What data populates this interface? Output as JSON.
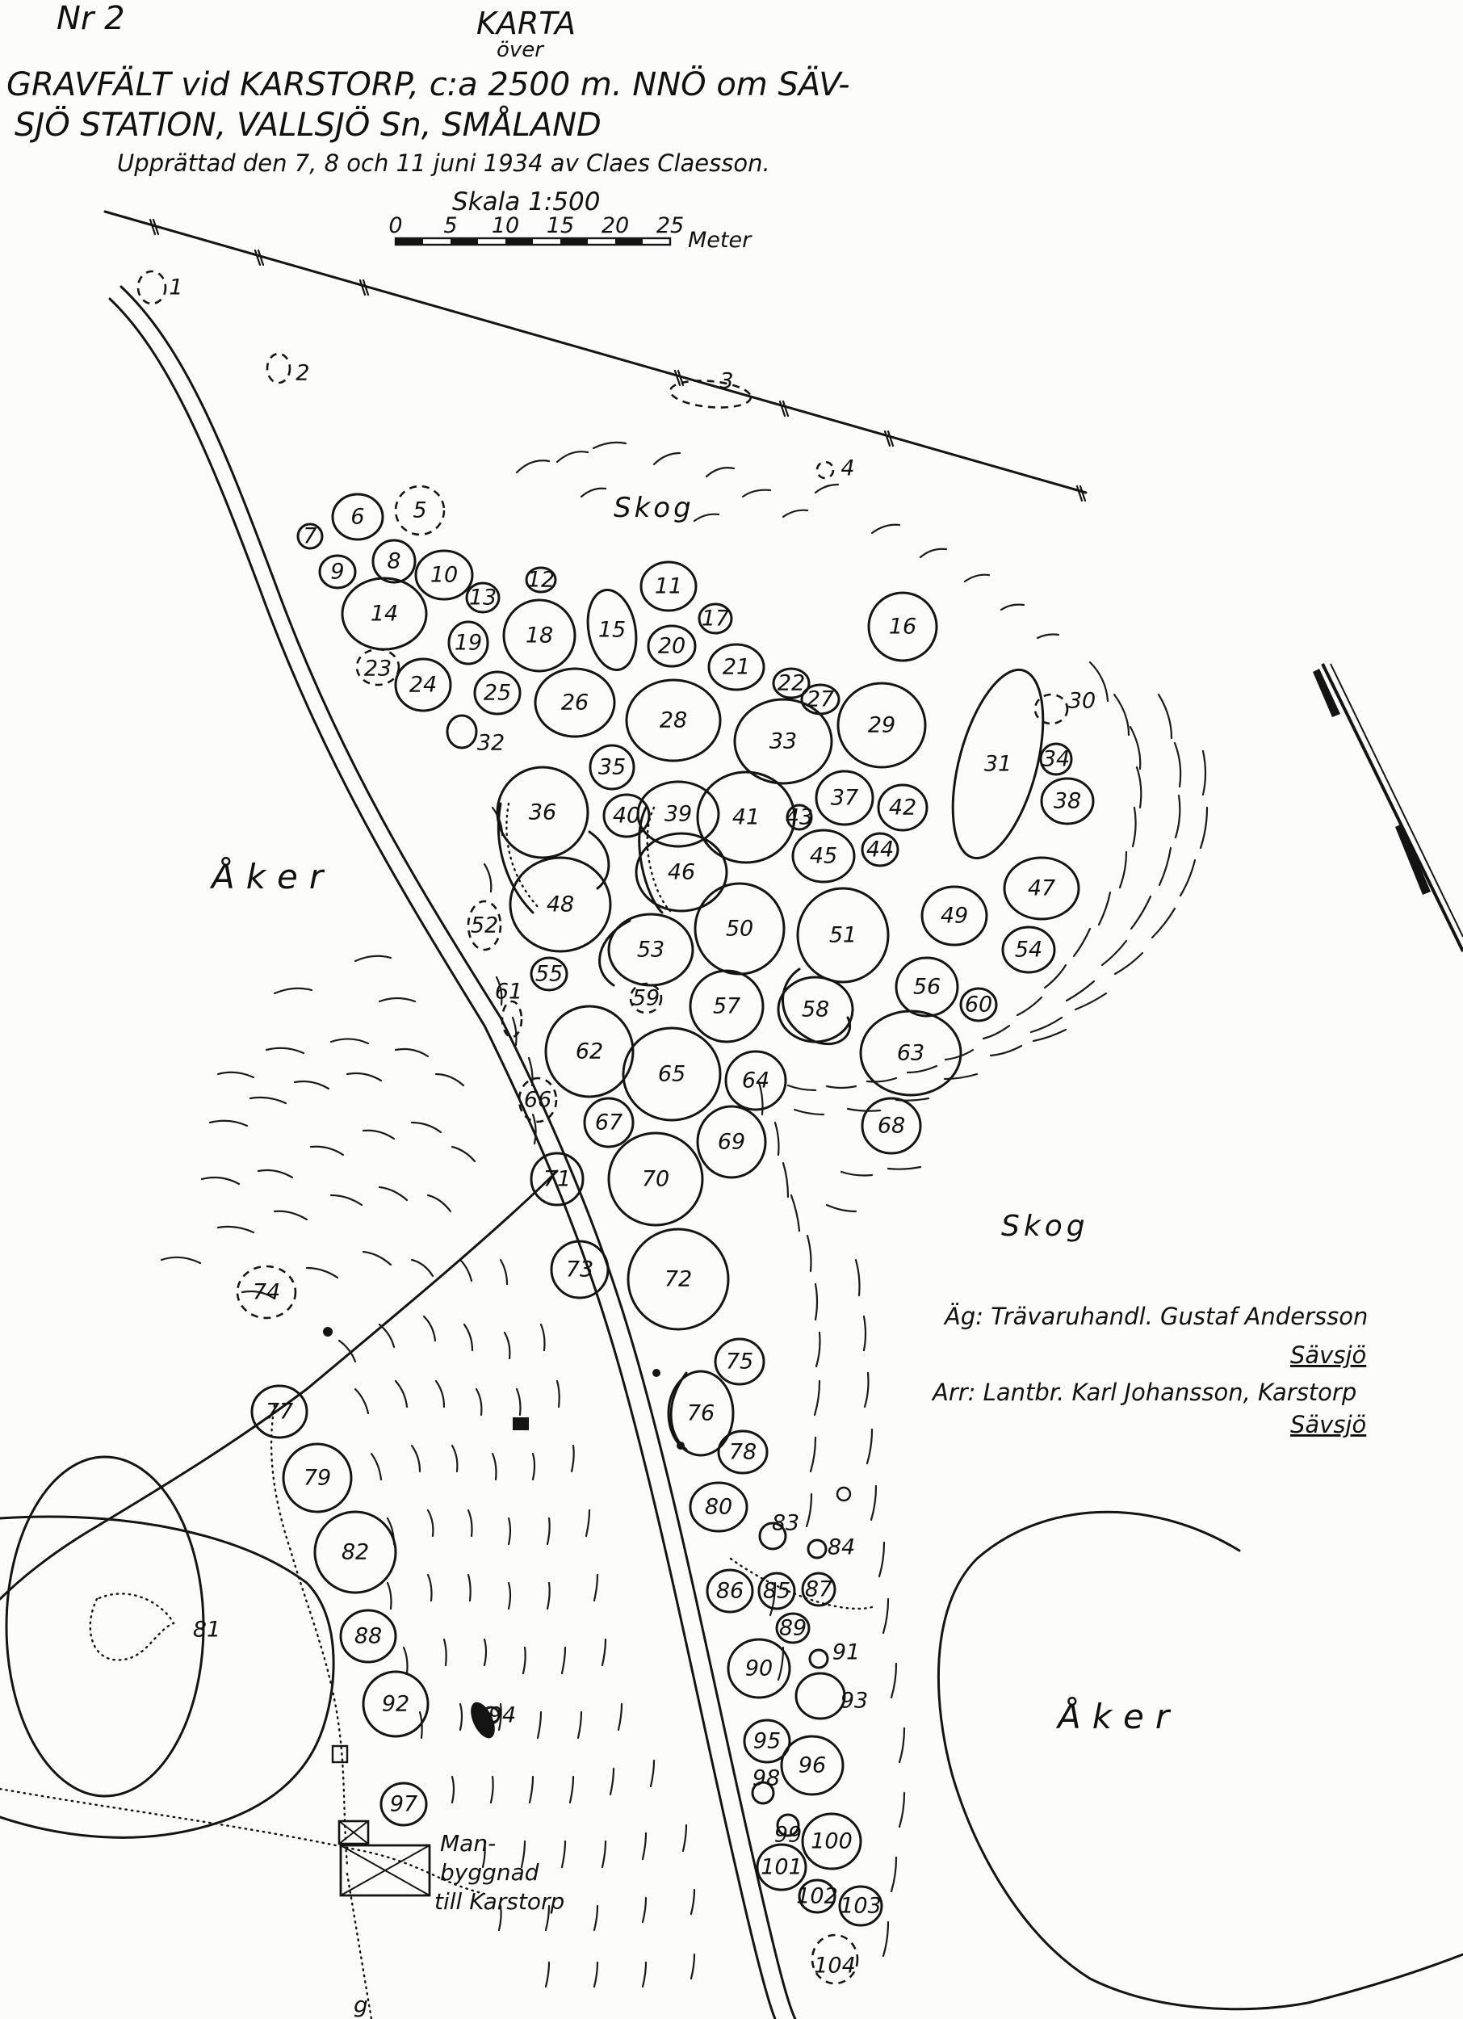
{
  "header": {
    "sheet_number": "Nr 2",
    "title": "KARTA",
    "over": "över",
    "subtitle_line1": "GRAVFÄLT vid KARSTORP, c:a 2500 m. NNÖ om SÄV-",
    "subtitle_line2": "SJÖ STATION,   VALLSJÖ Sn,   SMÅLAND",
    "author_line": "Upprättad den 7, 8 och 11 juni 1934 av Claes Claesson.",
    "scale_label": "Skala 1:500",
    "scale_ticks": [
      "0",
      "5",
      "10",
      "15",
      "20",
      "25"
    ],
    "scale_unit": "Meter"
  },
  "areas": {
    "forest_top": "Skog",
    "forest_right": "Skog",
    "field_left": "Åker",
    "field_right": "Åker"
  },
  "owners": {
    "owner_line": "Äg: Trävaruhandl. Gustaf Andersson",
    "owner_place": "Sävsjö",
    "lessee_line": "Arr: Lantbr. Karl Johansson, Karstorp",
    "lessee_place": "Sävsjö"
  },
  "building": {
    "line1": "Man-",
    "line2": "byggnad",
    "line3": "till Karstorp"
  },
  "stray_label": "g",
  "mounds": [
    {
      "n": "1",
      "style": "dashed"
    },
    {
      "n": "2",
      "style": "dashed"
    },
    {
      "n": "3",
      "style": "dashed"
    },
    {
      "n": "4",
      "style": "dashed"
    },
    {
      "n": "5",
      "style": "dashed"
    },
    {
      "n": "6",
      "style": "solid"
    },
    {
      "n": "7",
      "style": "solid"
    },
    {
      "n": "8",
      "style": "solid"
    },
    {
      "n": "9",
      "style": "solid"
    },
    {
      "n": "10",
      "style": "solid"
    },
    {
      "n": "11",
      "style": "solid"
    },
    {
      "n": "12",
      "style": "solid"
    },
    {
      "n": "13",
      "style": "solid"
    },
    {
      "n": "14",
      "style": "solid"
    },
    {
      "n": "15",
      "style": "solid"
    },
    {
      "n": "16",
      "style": "solid"
    },
    {
      "n": "17",
      "style": "solid"
    },
    {
      "n": "18",
      "style": "solid"
    },
    {
      "n": "19",
      "style": "solid"
    },
    {
      "n": "20",
      "style": "solid"
    },
    {
      "n": "21",
      "style": "solid"
    },
    {
      "n": "22",
      "style": "solid"
    },
    {
      "n": "23",
      "style": "dashed"
    },
    {
      "n": "24",
      "style": "solid"
    },
    {
      "n": "25",
      "style": "solid"
    },
    {
      "n": "26",
      "style": "solid"
    },
    {
      "n": "27",
      "style": "solid"
    },
    {
      "n": "28",
      "style": "solid"
    },
    {
      "n": "29",
      "style": "solid"
    },
    {
      "n": "30",
      "style": "dashed"
    },
    {
      "n": "31",
      "style": "solid"
    },
    {
      "n": "32",
      "style": "solid"
    },
    {
      "n": "33",
      "style": "solid"
    },
    {
      "n": "34",
      "style": "solid"
    },
    {
      "n": "35",
      "style": "solid"
    },
    {
      "n": "36",
      "style": "solid"
    },
    {
      "n": "37",
      "style": "solid"
    },
    {
      "n": "38",
      "style": "solid"
    },
    {
      "n": "39",
      "style": "solid"
    },
    {
      "n": "40",
      "style": "solid"
    },
    {
      "n": "41",
      "style": "solid"
    },
    {
      "n": "42",
      "style": "solid"
    },
    {
      "n": "43",
      "style": "solid"
    },
    {
      "n": "44",
      "style": "solid"
    },
    {
      "n": "45",
      "style": "solid"
    },
    {
      "n": "46",
      "style": "solid"
    },
    {
      "n": "47",
      "style": "solid"
    },
    {
      "n": "48",
      "style": "solid"
    },
    {
      "n": "49",
      "style": "solid"
    },
    {
      "n": "50",
      "style": "solid"
    },
    {
      "n": "51",
      "style": "solid"
    },
    {
      "n": "52",
      "style": "dashed"
    },
    {
      "n": "53",
      "style": "solid"
    },
    {
      "n": "54",
      "style": "solid"
    },
    {
      "n": "55",
      "style": "solid"
    },
    {
      "n": "56",
      "style": "solid"
    },
    {
      "n": "57",
      "style": "solid"
    },
    {
      "n": "58",
      "style": "solid"
    },
    {
      "n": "59",
      "style": "dashed"
    },
    {
      "n": "60",
      "style": "solid"
    },
    {
      "n": "61",
      "style": "dashed"
    },
    {
      "n": "62",
      "style": "solid"
    },
    {
      "n": "63",
      "style": "solid"
    },
    {
      "n": "64",
      "style": "solid"
    },
    {
      "n": "65",
      "style": "solid"
    },
    {
      "n": "66",
      "style": "dashed"
    },
    {
      "n": "67",
      "style": "solid"
    },
    {
      "n": "68",
      "style": "solid"
    },
    {
      "n": "69",
      "style": "solid"
    },
    {
      "n": "70",
      "style": "solid"
    },
    {
      "n": "71",
      "style": "solid"
    },
    {
      "n": "72",
      "style": "solid"
    },
    {
      "n": "73",
      "style": "solid"
    },
    {
      "n": "74",
      "style": "dashed"
    },
    {
      "n": "75",
      "style": "solid"
    },
    {
      "n": "76",
      "style": "solid"
    },
    {
      "n": "77",
      "style": "solid"
    },
    {
      "n": "78",
      "style": "solid"
    },
    {
      "n": "79",
      "style": "solid"
    },
    {
      "n": "80",
      "style": "solid"
    },
    {
      "n": "81",
      "style": "solid"
    },
    {
      "n": "82",
      "style": "solid"
    },
    {
      "n": "83",
      "style": "solid"
    },
    {
      "n": "84",
      "style": "solid"
    },
    {
      "n": "85",
      "style": "solid"
    },
    {
      "n": "86",
      "style": "solid"
    },
    {
      "n": "87",
      "style": "solid"
    },
    {
      "n": "88",
      "style": "solid"
    },
    {
      "n": "89",
      "style": "solid"
    },
    {
      "n": "90",
      "style": "solid"
    },
    {
      "n": "91",
      "style": "solid"
    },
    {
      "n": "92",
      "style": "solid"
    },
    {
      "n": "93",
      "style": "solid"
    },
    {
      "n": "94",
      "style": "solid"
    },
    {
      "n": "95",
      "style": "solid"
    },
    {
      "n": "96",
      "style": "solid"
    },
    {
      "n": "97",
      "style": "solid"
    },
    {
      "n": "98",
      "style": "solid"
    },
    {
      "n": "99",
      "style": "solid"
    },
    {
      "n": "100",
      "style": "solid"
    },
    {
      "n": "101",
      "style": "solid"
    },
    {
      "n": "102",
      "style": "solid"
    },
    {
      "n": "103",
      "style": "solid"
    },
    {
      "n": "104",
      "style": "dashed"
    }
  ]
}
